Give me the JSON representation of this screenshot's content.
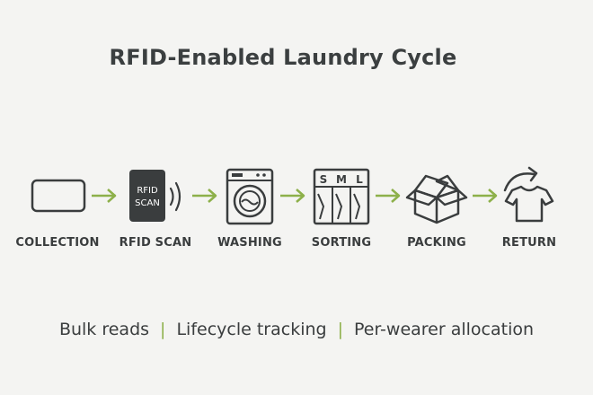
{
  "title": "RFID-Enabled Laundry Cycle",
  "colors": {
    "stroke": "#3a3d3e",
    "accent_green": "#8db04a",
    "tag_fill": "#3a3d3e",
    "background": "#f4f4f2"
  },
  "steps": [
    {
      "label": "COLLECTION",
      "icon": "laundry-bag-icon"
    },
    {
      "label": "RFID SCAN",
      "icon": "rfid-tag-icon",
      "tag_text_line1": "RFID",
      "tag_text_line2": "SCAN"
    },
    {
      "label": "WASHING",
      "icon": "washing-machine-icon"
    },
    {
      "label": "SORTING",
      "icon": "sorting-rack-icon",
      "sizes": [
        "S",
        "M",
        "L"
      ]
    },
    {
      "label": "PACKING",
      "icon": "open-box-icon"
    },
    {
      "label": "RETURN",
      "icon": "shirt-return-icon"
    }
  ],
  "footer": {
    "items": [
      "Bulk reads",
      "Lifecycle tracking",
      "Per-wearer allocation"
    ],
    "separator": "|"
  }
}
